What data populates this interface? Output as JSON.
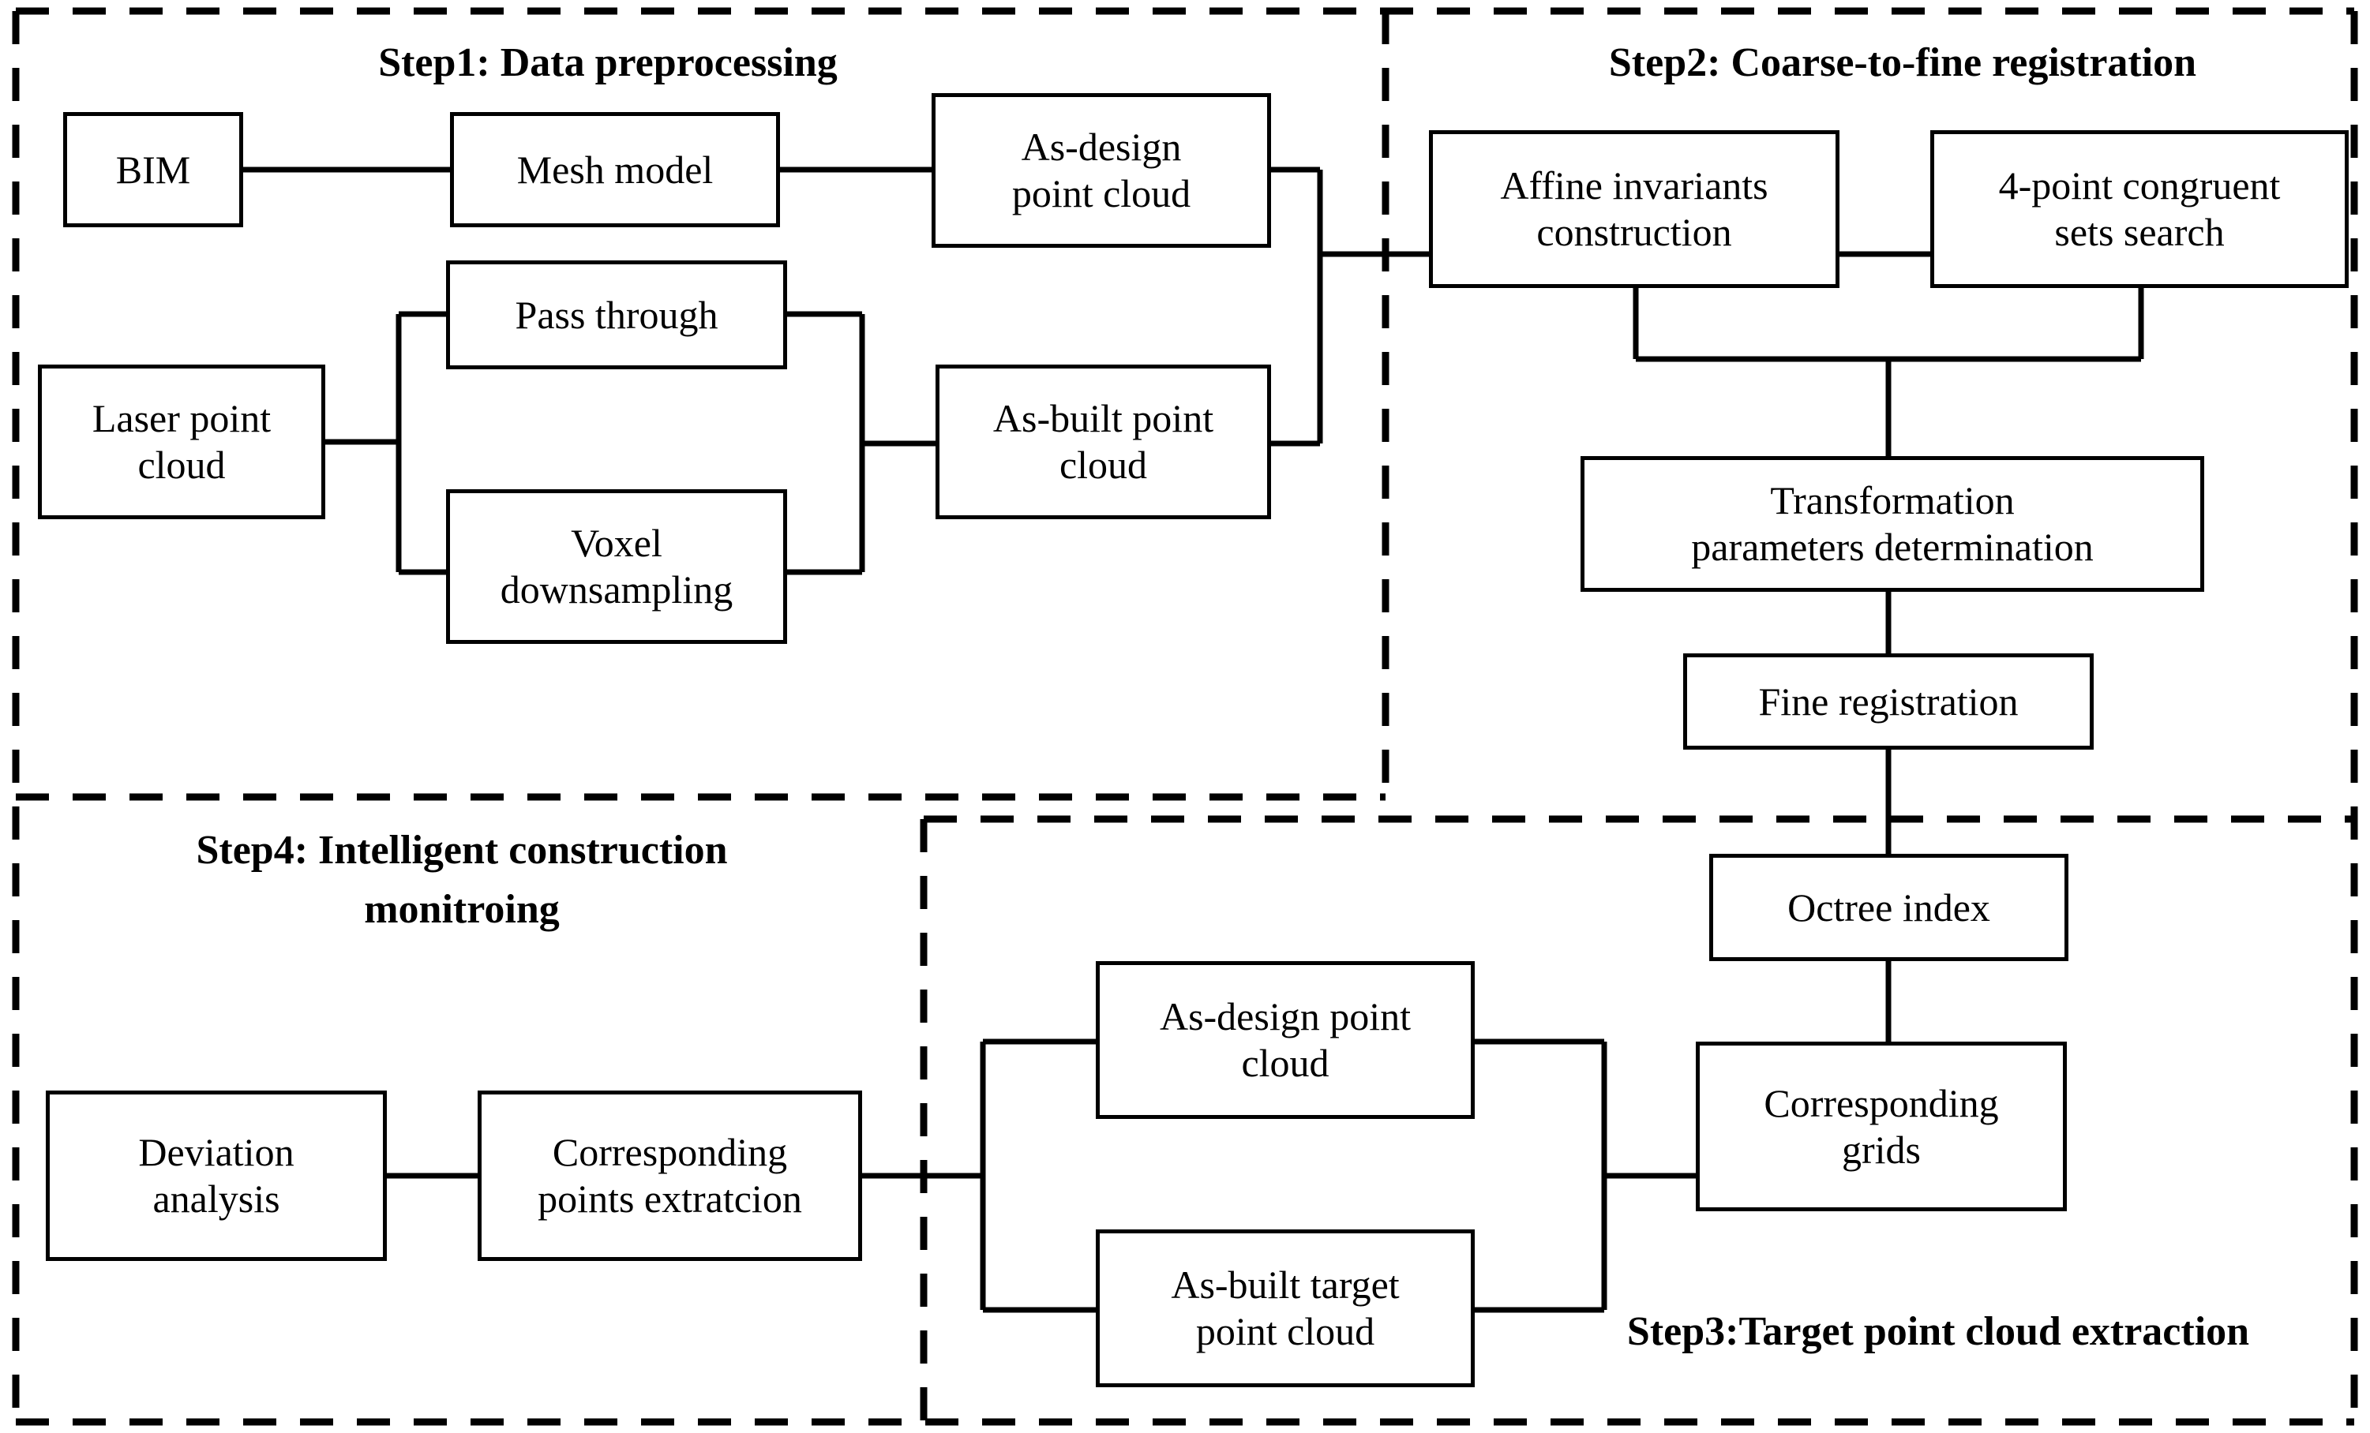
{
  "figure": {
    "type": "flowchart",
    "title": "BIM / point-cloud intelligent construction monitoring workflow"
  },
  "steps": [
    {
      "id": "step1",
      "caption": "Step1: Data preprocessing"
    },
    {
      "id": "step2",
      "caption": "Step2: Coarse-to-fine registration"
    },
    {
      "id": "step3",
      "caption": "Step3:Target point cloud extraction"
    },
    {
      "id": "step4",
      "caption": "Step4: Intelligent construction\nmonitroing"
    }
  ],
  "nodes": {
    "bim": "BIM",
    "mesh_model": "Mesh model",
    "as_design_point_cloud": "As-design\npoint cloud",
    "laser_point_cloud": "Laser point\ncloud",
    "pass_through": "Pass through",
    "voxel_downsampling": "Voxel\ndownsampling",
    "as_built_point_cloud": "As-built point\ncloud",
    "affine_invariants_construction": "Affine invariants\nconstruction",
    "four_point_congruent_sets_search": "4-point congruent\nsets search",
    "transformation_parameters_determination": "Transformation\nparameters determination",
    "fine_registration": "Fine registration",
    "octree_index": "Octree index",
    "corresponding_grids": "Corresponding\ngrids",
    "as_design_point_cloud_2": "As-design point\ncloud",
    "as_built_target_point_cloud": "As-built target\npoint cloud",
    "corresponding_points_extraction": "Corresponding\npoints extratcion",
    "deviation_analysis": "Deviation\nanalysis"
  },
  "colors": {
    "stroke": "#000000",
    "background": "#ffffff"
  }
}
